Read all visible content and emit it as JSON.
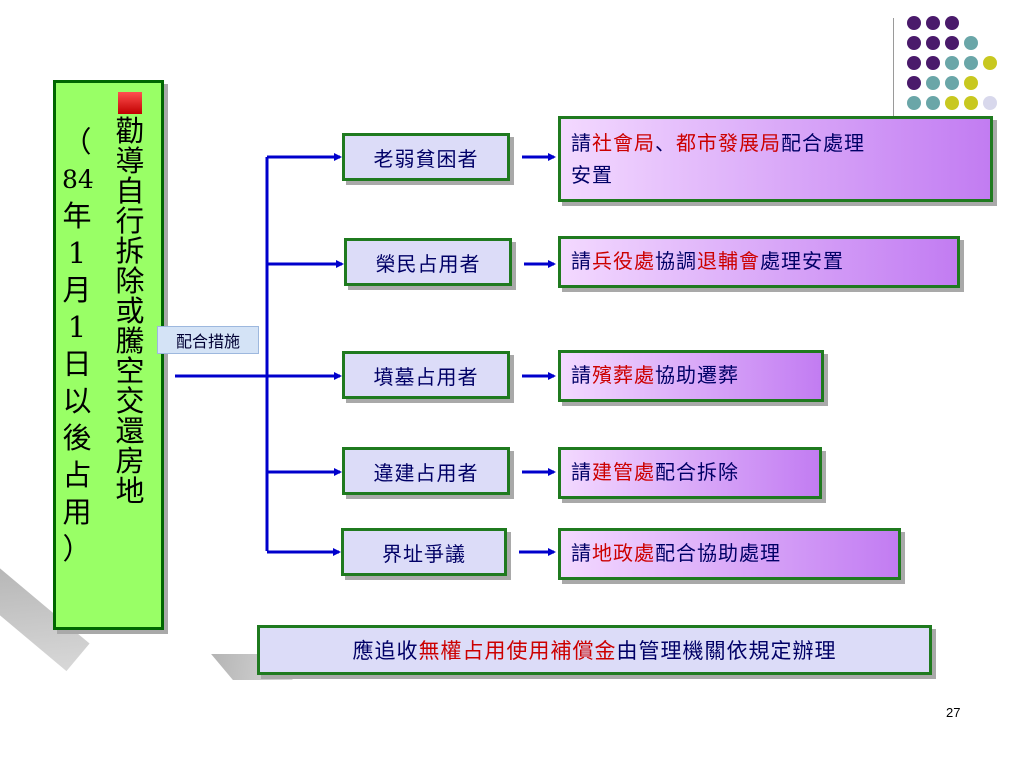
{
  "colors": {
    "purple": "#4a1a6b",
    "teal": "#6aa6a8",
    "yellow": "#c8c820",
    "lavender": "#d8d8ec",
    "accent_red": "#cc0000",
    "text_blue": "#000066"
  },
  "main_box": {
    "title_chars": [
      "勸",
      "導",
      "自",
      "行",
      "拆",
      "除",
      "或",
      "騰",
      "空",
      "交",
      "還",
      "房",
      "地"
    ],
    "date_chars": [
      "（",
      "84",
      "年",
      "1",
      "月",
      "1",
      "日",
      "以",
      "後",
      "占",
      "用",
      "）"
    ]
  },
  "tag_label": "配合措施",
  "rows": [
    {
      "category": "老弱貧困者",
      "action_lines": [
        [
          {
            "t": "請",
            "red": false
          },
          {
            "t": "社會局",
            "red": true
          },
          {
            "t": "、",
            "red": false
          },
          {
            "t": "都市發展局",
            "red": true
          },
          {
            "t": "配合處理",
            "red": false
          }
        ],
        [
          {
            "t": "安置",
            "red": false
          }
        ]
      ]
    },
    {
      "category": "榮民占用者",
      "action_lines": [
        [
          {
            "t": "請",
            "red": false
          },
          {
            "t": "兵役處",
            "red": true
          },
          {
            "t": "協調",
            "red": false
          },
          {
            "t": "退輔會",
            "red": true
          },
          {
            "t": "處理安置",
            "red": false
          }
        ]
      ]
    },
    {
      "category": "墳墓占用者",
      "action_lines": [
        [
          {
            "t": "請",
            "red": false
          },
          {
            "t": "殯葬處",
            "red": true
          },
          {
            "t": "協助遷葬",
            "red": false
          }
        ]
      ]
    },
    {
      "category": "違建占用者",
      "action_lines": [
        [
          {
            "t": "請",
            "red": false
          },
          {
            "t": "建管處",
            "red": true
          },
          {
            "t": "配合拆除",
            "red": false
          }
        ]
      ]
    },
    {
      "category": "界址爭議",
      "action_lines": [
        [
          {
            "t": "請",
            "red": false
          },
          {
            "t": "地政處",
            "red": true
          },
          {
            "t": "配合協助處理",
            "red": false
          }
        ]
      ]
    }
  ],
  "bottom_note": [
    {
      "t": "應追收",
      "red": false
    },
    {
      "t": "無權占用使用補償金",
      "red": true
    },
    {
      "t": "由管理機關依規定辦理",
      "red": false
    }
  ],
  "page_number": "27"
}
